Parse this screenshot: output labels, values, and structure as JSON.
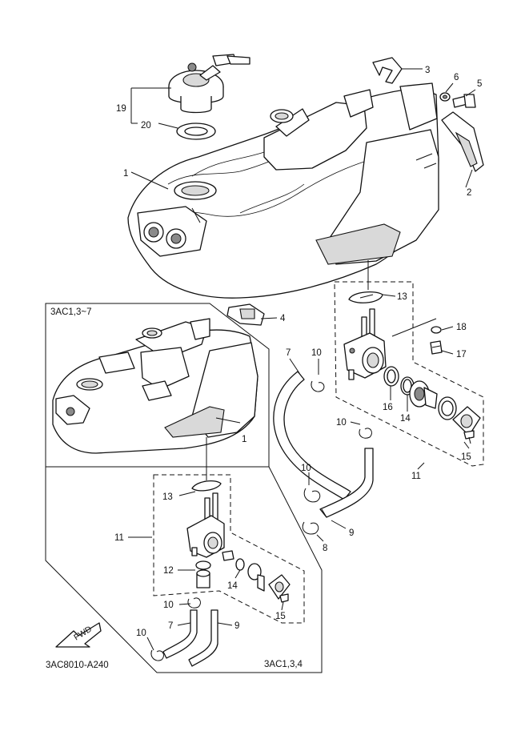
{
  "variant_labels": {
    "inset_top": "3AC1,3~7",
    "inset_bottom": "3AC1,3,4"
  },
  "diagram_code": "3AC8010-A240",
  "fwd_badge": "FWD",
  "callouts": {
    "c1_main": "1",
    "c1_inset": "1",
    "c2": "2",
    "c3": "3",
    "c4": "4",
    "c5": "5",
    "c6": "6",
    "c7_main": "7",
    "c7_inset": "7",
    "c8": "8",
    "c9_main": "9",
    "c9_inset": "9",
    "c10_a": "10",
    "c10_b": "10",
    "c10_c": "10",
    "c10_d": "10",
    "c10_e": "10",
    "c11_main": "11",
    "c11_inset": "11",
    "c12": "12",
    "c13_main": "13",
    "c13_inset": "13",
    "c14_main": "14",
    "c14_inset": "14",
    "c15_main": "15",
    "c15_inset": "15",
    "c16": "16",
    "c17": "17",
    "c18": "18",
    "c19": "19",
    "c20": "20"
  }
}
